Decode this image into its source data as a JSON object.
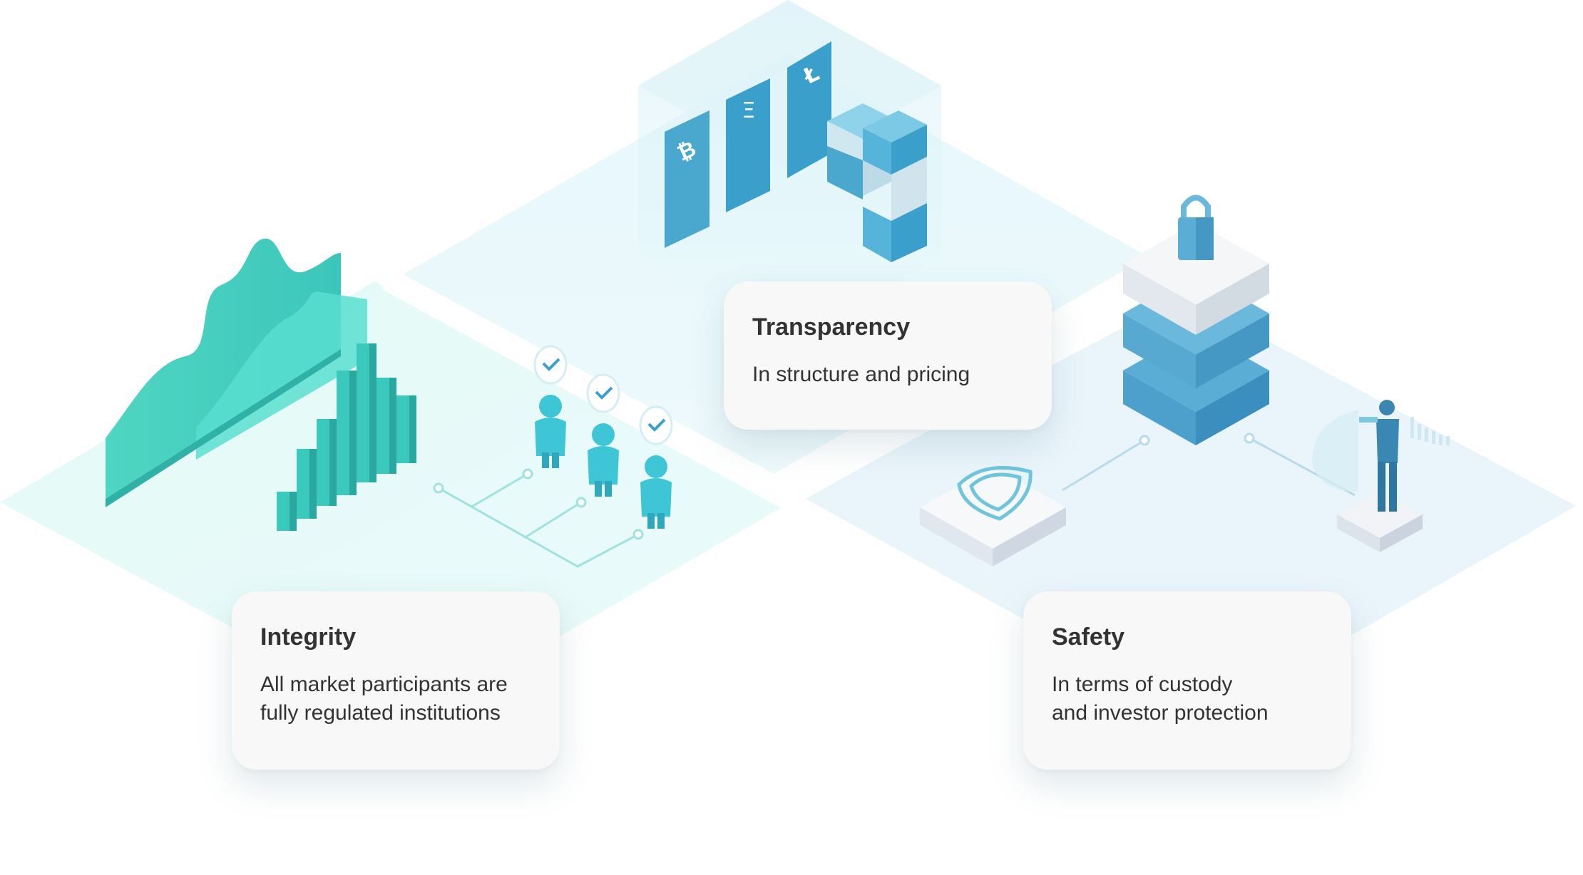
{
  "features": {
    "integrity": {
      "title": "Integrity",
      "description": "All market participants are\nfully regulated institutions"
    },
    "transparency": {
      "title": "Transparency",
      "description": "In structure and pricing"
    },
    "safety": {
      "title": "Safety",
      "description": "In terms of custody\nand investor protection"
    }
  },
  "illustration": {
    "crypto_symbols": [
      "₿",
      "Ξ",
      "Ł"
    ],
    "icons": [
      "area-chart-icon",
      "bar-chart-icon",
      "verified-person-icon",
      "bitcoin-icon",
      "ethereum-icon",
      "litecoin-icon",
      "padlock-icon",
      "shield-icon",
      "businessman-icon"
    ],
    "colors": {
      "teal": "#3ecfc0",
      "blue": "#3a9fcb",
      "dark_blue": "#2a7fae",
      "plane": "#e8f8fb",
      "card_bg": "#f8f8f8",
      "text": "#333333"
    }
  }
}
